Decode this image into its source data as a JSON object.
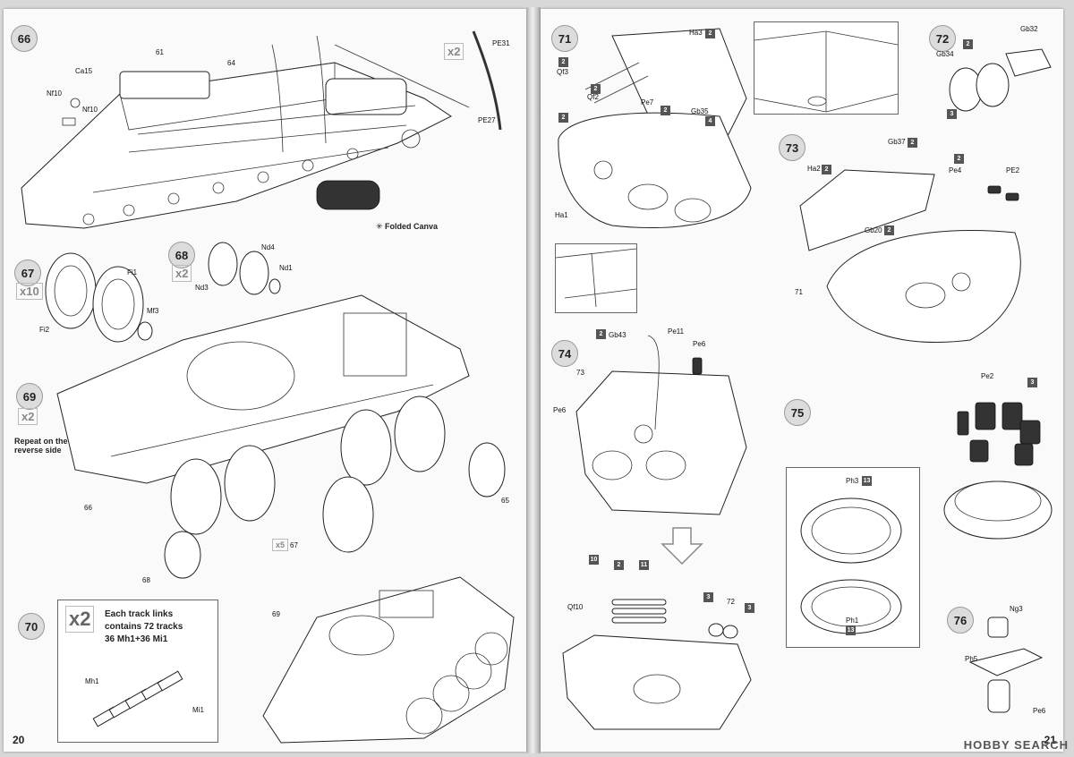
{
  "pages": {
    "left_number": "20",
    "right_number": "21"
  },
  "steps": {
    "s66": "66",
    "s67": "67",
    "s68": "68",
    "s69": "69",
    "s70": "70",
    "s71": "71",
    "s72": "72",
    "s73": "73",
    "s74": "74",
    "s75": "75",
    "s76": "76"
  },
  "refs": {
    "r61": "61",
    "r64": "64",
    "r65": "65",
    "r66": "66",
    "r67": "67",
    "r68": "68",
    "r69": "69",
    "r71": "71",
    "r72": "72",
    "r73": "73"
  },
  "multipliers": {
    "x2a": "x2",
    "x10": "x10",
    "x2b": "x2",
    "x2c": "x2",
    "x2d": "x2",
    "x5": "x5"
  },
  "labels": {
    "Ca15": "Ca15",
    "Nf10a": "Nf10",
    "Nf10b": "Nf10",
    "PE31": "PE31",
    "PE27": "PE27",
    "Fi1": "Fi1",
    "Fi2": "Fi2",
    "Mf3": "Mf3",
    "Nd4": "Nd4",
    "Nd1": "Nd1",
    "Nd3": "Nd3",
    "Mh1": "Mh1",
    "Mi1": "Mi1",
    "Ha3": "Ha3",
    "Qf3": "Qf3",
    "Qf2": "Qf2",
    "Pe7": "Pe7",
    "Gb35": "Gb35",
    "Ha1": "Ha1",
    "Gb32": "Gb32",
    "Gb34": "Gb34",
    "Gb37": "Gb37",
    "Ha2": "Ha2",
    "Pe4": "Pe4",
    "PE2a": "PE2",
    "Gb20": "Gb20",
    "Gb43": "Gb43",
    "Pe11": "Pe11",
    "Pe6a": "Pe6",
    "Pe6b": "Pe6",
    "Qf10": "Qf10",
    "Pe2b": "Pe2",
    "Ph3": "Ph3",
    "Ph1": "Ph1",
    "Ng3": "Ng3",
    "Ph5": "Ph5",
    "Pe6c": "Pe6"
  },
  "sprue": {
    "a2": "2",
    "b2": "2",
    "c2": "2",
    "d4": "4",
    "e2": "2",
    "f2": "2",
    "g3": "3",
    "h2": "2",
    "i2": "2",
    "j2": "2",
    "k2": "2",
    "l3": "3",
    "m10": "10",
    "n2": "2",
    "o11": "11",
    "p3": "3",
    "q2": "2",
    "r13": "13",
    "s13": "13",
    "t2": "2"
  },
  "notes": {
    "folded_canva": "Folded Canva",
    "repeat": "Repeat on the reverse side",
    "tracks_line1": "Each track links",
    "tracks_line2": "contains 72 tracks",
    "tracks_line3": "36 Mh1+36 Mi1"
  },
  "watermark": "HOBBY SEARCH",
  "colors": {
    "step_fill": "#dcdcdc",
    "sprue_fill": "#555555"
  }
}
